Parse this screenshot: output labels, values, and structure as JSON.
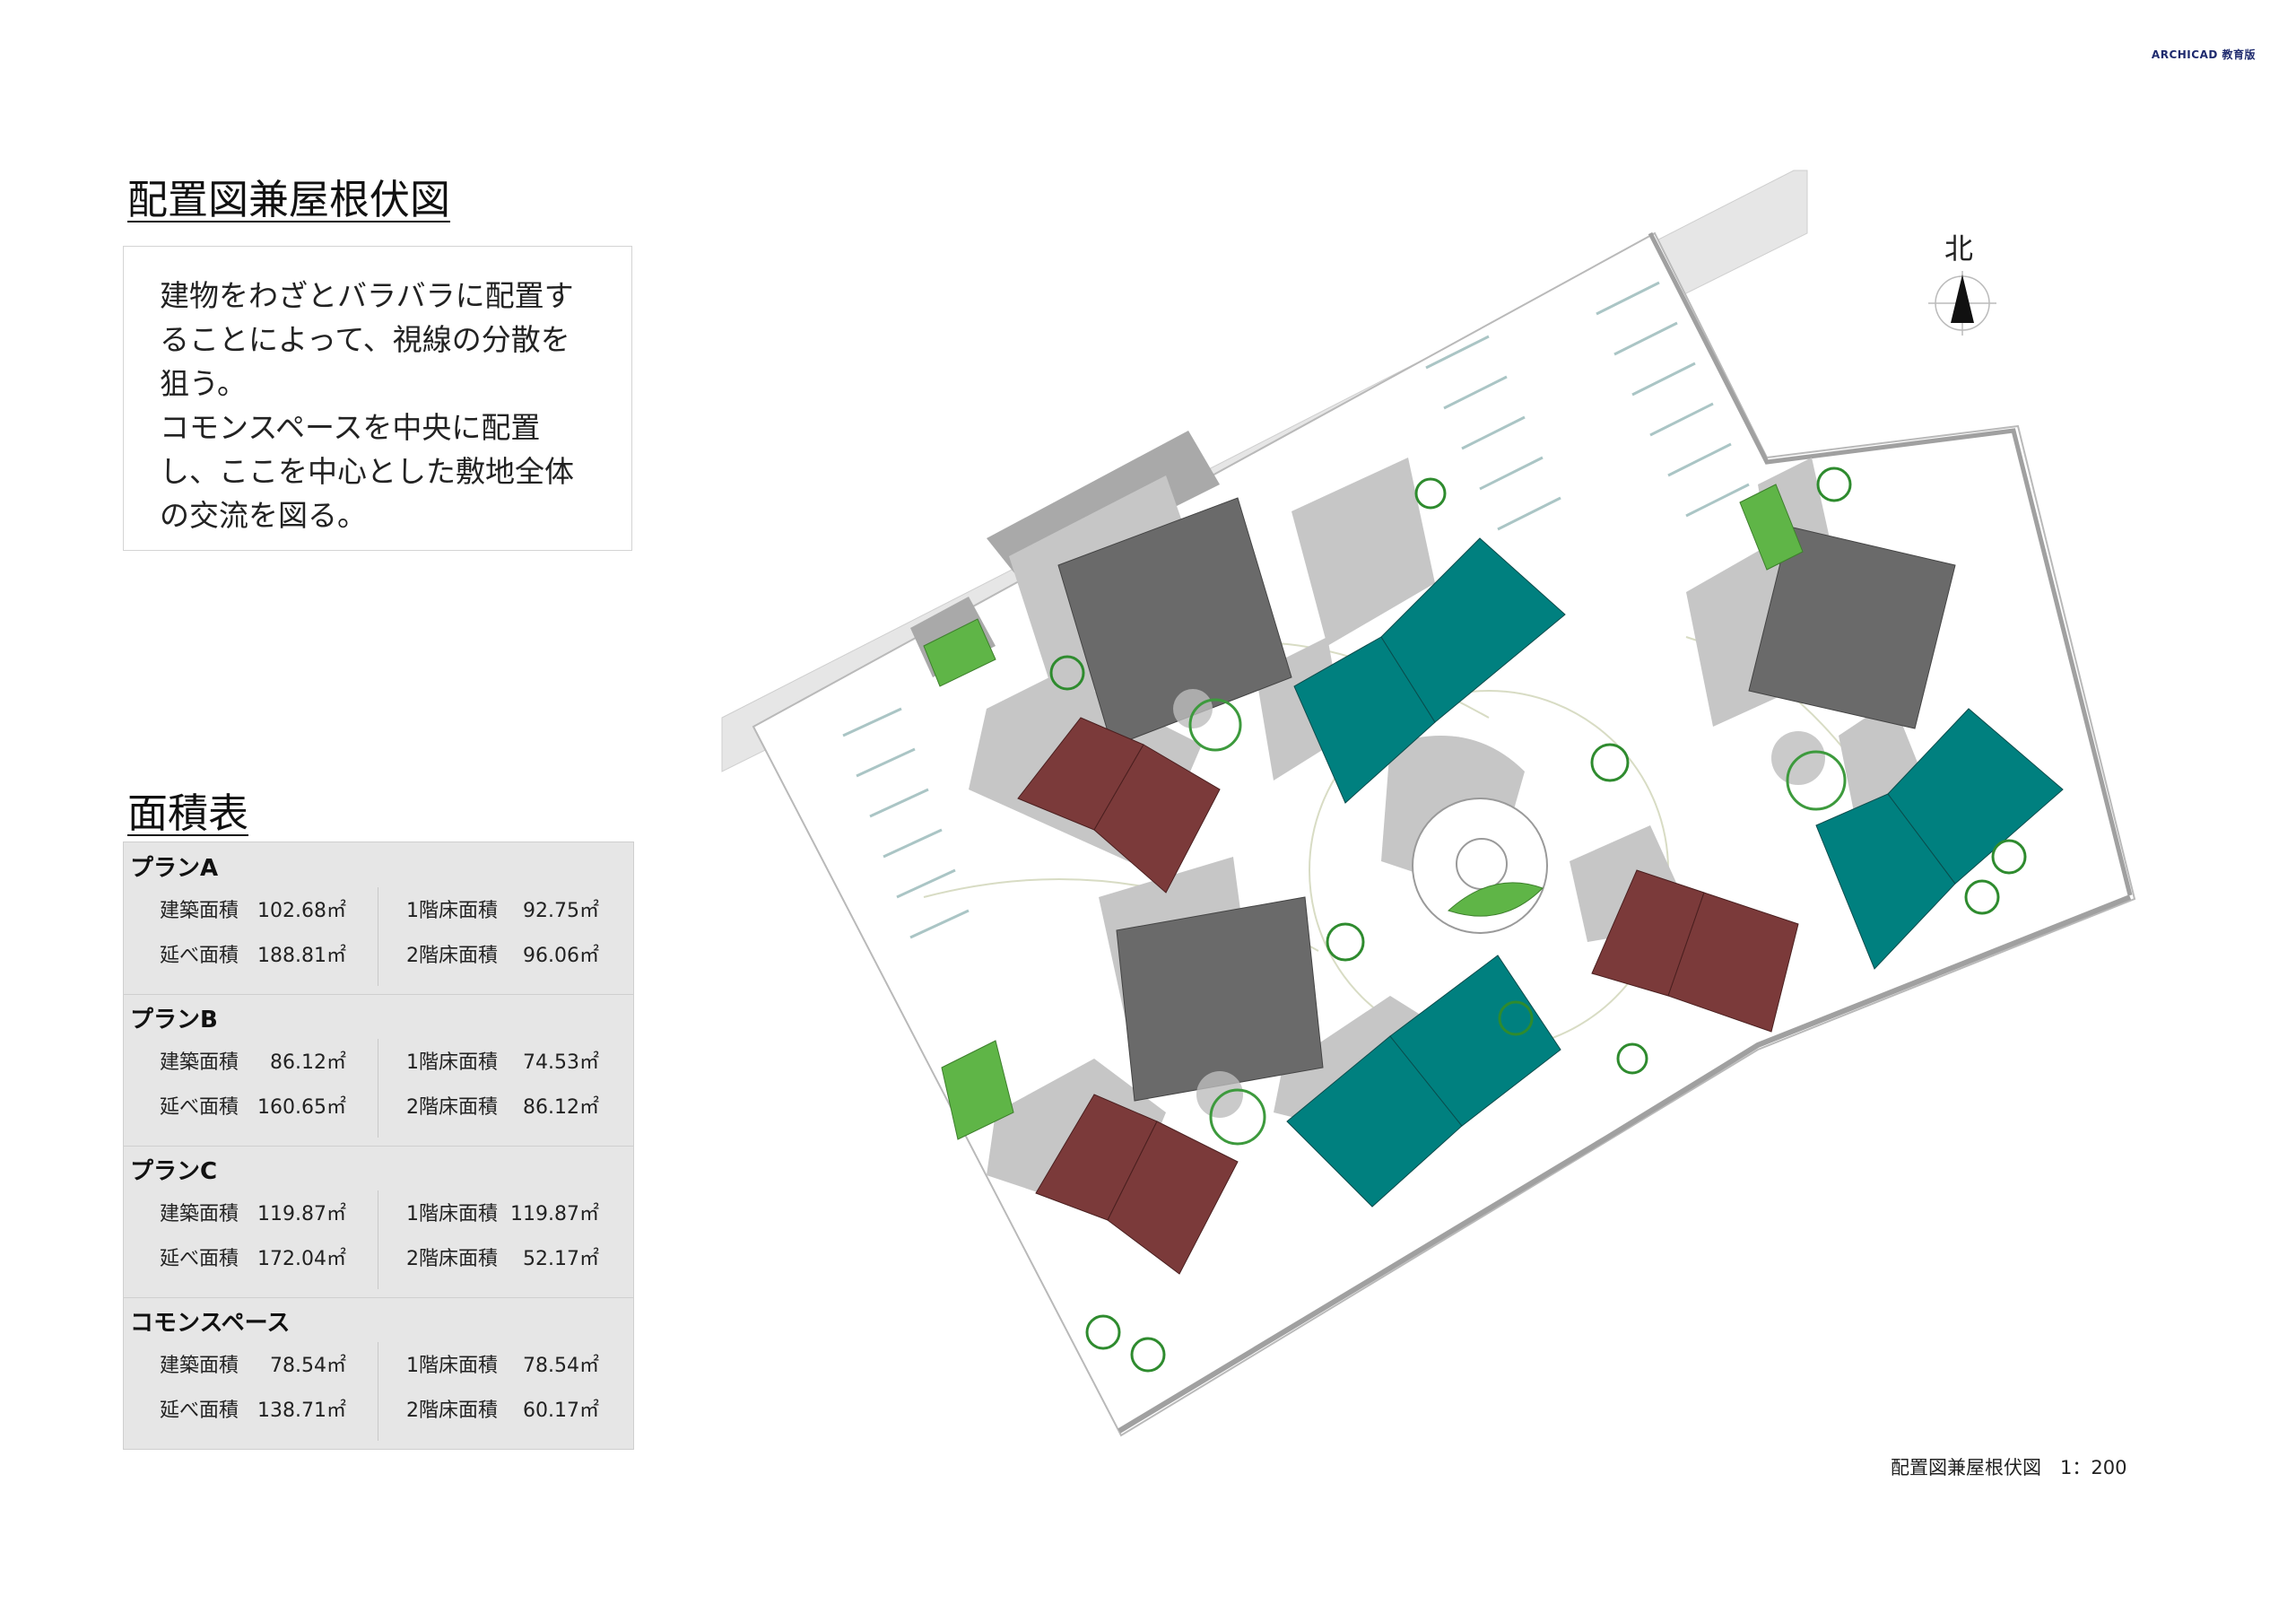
{
  "brand": "ARCHICAD 教育版",
  "page_title": "配置図兼屋根伏図",
  "description_lines": [
    "建物をわざとバラバラに配置す",
    "ることによって、視線の分散を",
    "狙う。",
    "コモンスペースを中央に配置",
    "し、ここを中心とした敷地全体",
    "の交流を図る。"
  ],
  "area_table_title": "面積表",
  "plans": [
    {
      "name": "プランA",
      "rows": [
        {
          "l1": "建築面積",
          "v1": "102.68㎡",
          "l2": "1階床面積",
          "v2": "92.75㎡"
        },
        {
          "l1": "延べ面積",
          "v1": "188.81㎡",
          "l2": "2階床面積",
          "v2": "96.06㎡"
        }
      ]
    },
    {
      "name": "プランB",
      "rows": [
        {
          "l1": "建築面積",
          "v1": "86.12㎡",
          "l2": "1階床面積",
          "v2": "74.53㎡"
        },
        {
          "l1": "延べ面積",
          "v1": "160.65㎡",
          "l2": "2階床面積",
          "v2": "86.12㎡"
        }
      ]
    },
    {
      "name": "プランC",
      "rows": [
        {
          "l1": "建築面積",
          "v1": "119.87㎡",
          "l2": "1階床面積",
          "v2": "119.87㎡"
        },
        {
          "l1": "延べ面積",
          "v1": "172.04㎡",
          "l2": "2階床面積",
          "v2": "52.17㎡"
        }
      ]
    },
    {
      "name": "コモンスペース",
      "rows": [
        {
          "l1": "建築面積",
          "v1": "78.54㎡",
          "l2": "1階床面積",
          "v2": "78.54㎡"
        },
        {
          "l1": "延べ面積",
          "v1": "138.71㎡",
          "l2": "2階床面積",
          "v2": "60.17㎡"
        }
      ]
    }
  ],
  "compass_label": "北",
  "footer_caption": "配置図兼屋根伏図　1：200",
  "colors": {
    "roof_gray": "#6a6a6a",
    "roof_teal": "#00807f",
    "roof_red": "#7b3a3a",
    "garden_green": "#5fb547",
    "shadow": "#c6c6c6",
    "road": "#e6e6e6",
    "heading_brand": "#1e2a6e"
  },
  "icons": [
    "compass-north-arrow-icon",
    "tree-symbol-icon",
    "accessible-parking-icon"
  ]
}
